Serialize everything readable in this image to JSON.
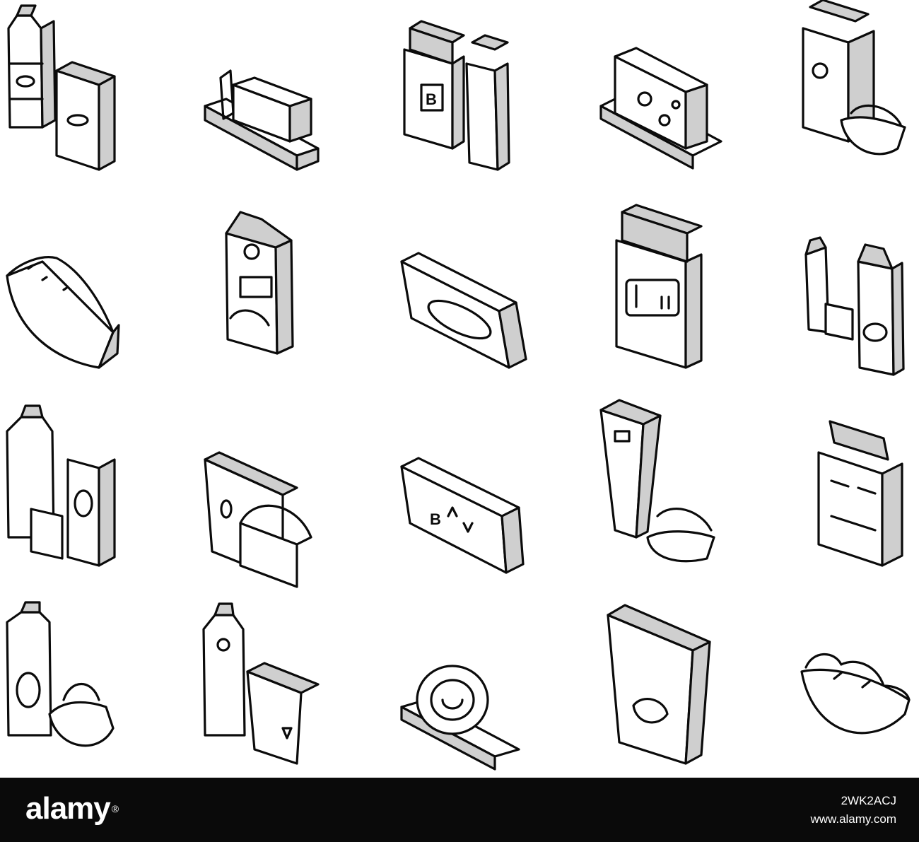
{
  "illustration": {
    "icons": [
      {
        "name": "milk-bottle-and-carton-icon"
      },
      {
        "name": "butter-block-icon"
      },
      {
        "name": "jar-and-bottle-icon",
        "label": "B"
      },
      {
        "name": "swiss-cheese-icon"
      },
      {
        "name": "milk-pack-and-bowl-icon"
      },
      {
        "name": "cottage-cheese-bowl-icon"
      },
      {
        "name": "cream-carton-icon"
      },
      {
        "name": "cream-cheese-tray-icon"
      },
      {
        "name": "yogurt-jar-icon"
      },
      {
        "name": "kefir-bottles-icon"
      },
      {
        "name": "milk-bottles-and-glass-icon"
      },
      {
        "name": "cottage-cheese-cup-icon"
      },
      {
        "name": "spread-tub-icon",
        "label": "B"
      },
      {
        "name": "cream-tube-and-bowl-icon"
      },
      {
        "name": "protein-jar-icon"
      },
      {
        "name": "bottle-and-whipped-cream-icon"
      },
      {
        "name": "drink-bottle-and-yogurt-cup-icon"
      },
      {
        "name": "cheese-roll-icon"
      },
      {
        "name": "yogurt-cup-icon"
      },
      {
        "name": "salad-bowl-icon"
      }
    ]
  },
  "footer": {
    "brand": "alamy",
    "brand_mark": "®",
    "image_id": "2WK2ACJ",
    "url": "www.alamy.com"
  },
  "colors": {
    "background": "#ffffff",
    "line": "#0b0b0b",
    "shade": "#cfcfcf",
    "footer": "#0a0a0a",
    "footer_text": "#ffffff"
  }
}
